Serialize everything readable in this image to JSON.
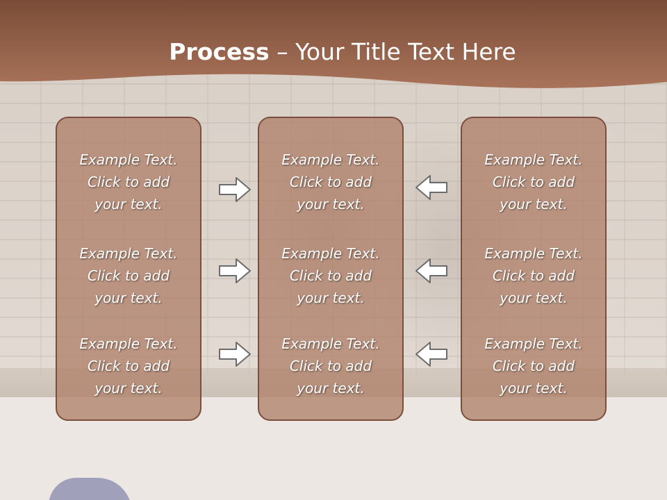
{
  "slide": {
    "title_bold": "Process",
    "title_rest": " – Your Title Text Here"
  },
  "panels": [
    {
      "items": [
        {
          "line1": "Example Text.",
          "line2": "Click  to add",
          "line3": "your text."
        },
        {
          "line1": "Example Text.",
          "line2": "Click  to add",
          "line3": "your text."
        },
        {
          "line1": "Example Text.",
          "line2": "Click  to add",
          "line3": "your text."
        }
      ]
    },
    {
      "items": [
        {
          "line1": "Example Text.",
          "line2": "Click  to add",
          "line3": "your text."
        },
        {
          "line1": "Example Text.",
          "line2": "Click  to add",
          "line3": "your text."
        },
        {
          "line1": "Example Text.",
          "line2": "Click  to add",
          "line3": "your text."
        }
      ]
    },
    {
      "items": [
        {
          "line1": "Example Text.",
          "line2": "Click  to add",
          "line3": "your text."
        },
        {
          "line1": "Example Text.",
          "line2": "Click  to add",
          "line3": "your text."
        },
        {
          "line1": "Example Text.",
          "line2": "Click  to add",
          "line3": "your text."
        }
      ]
    }
  ],
  "arrows": {
    "left_group": "right-arrow-icon",
    "right_group": "left-arrow-icon"
  },
  "colors": {
    "header_brown": "#8a5a45",
    "panel_fill": "#b0826a",
    "panel_border": "#7a4e3c",
    "arrow_fill": "#ffffff",
    "arrow_stroke": "#6b6b6b"
  }
}
